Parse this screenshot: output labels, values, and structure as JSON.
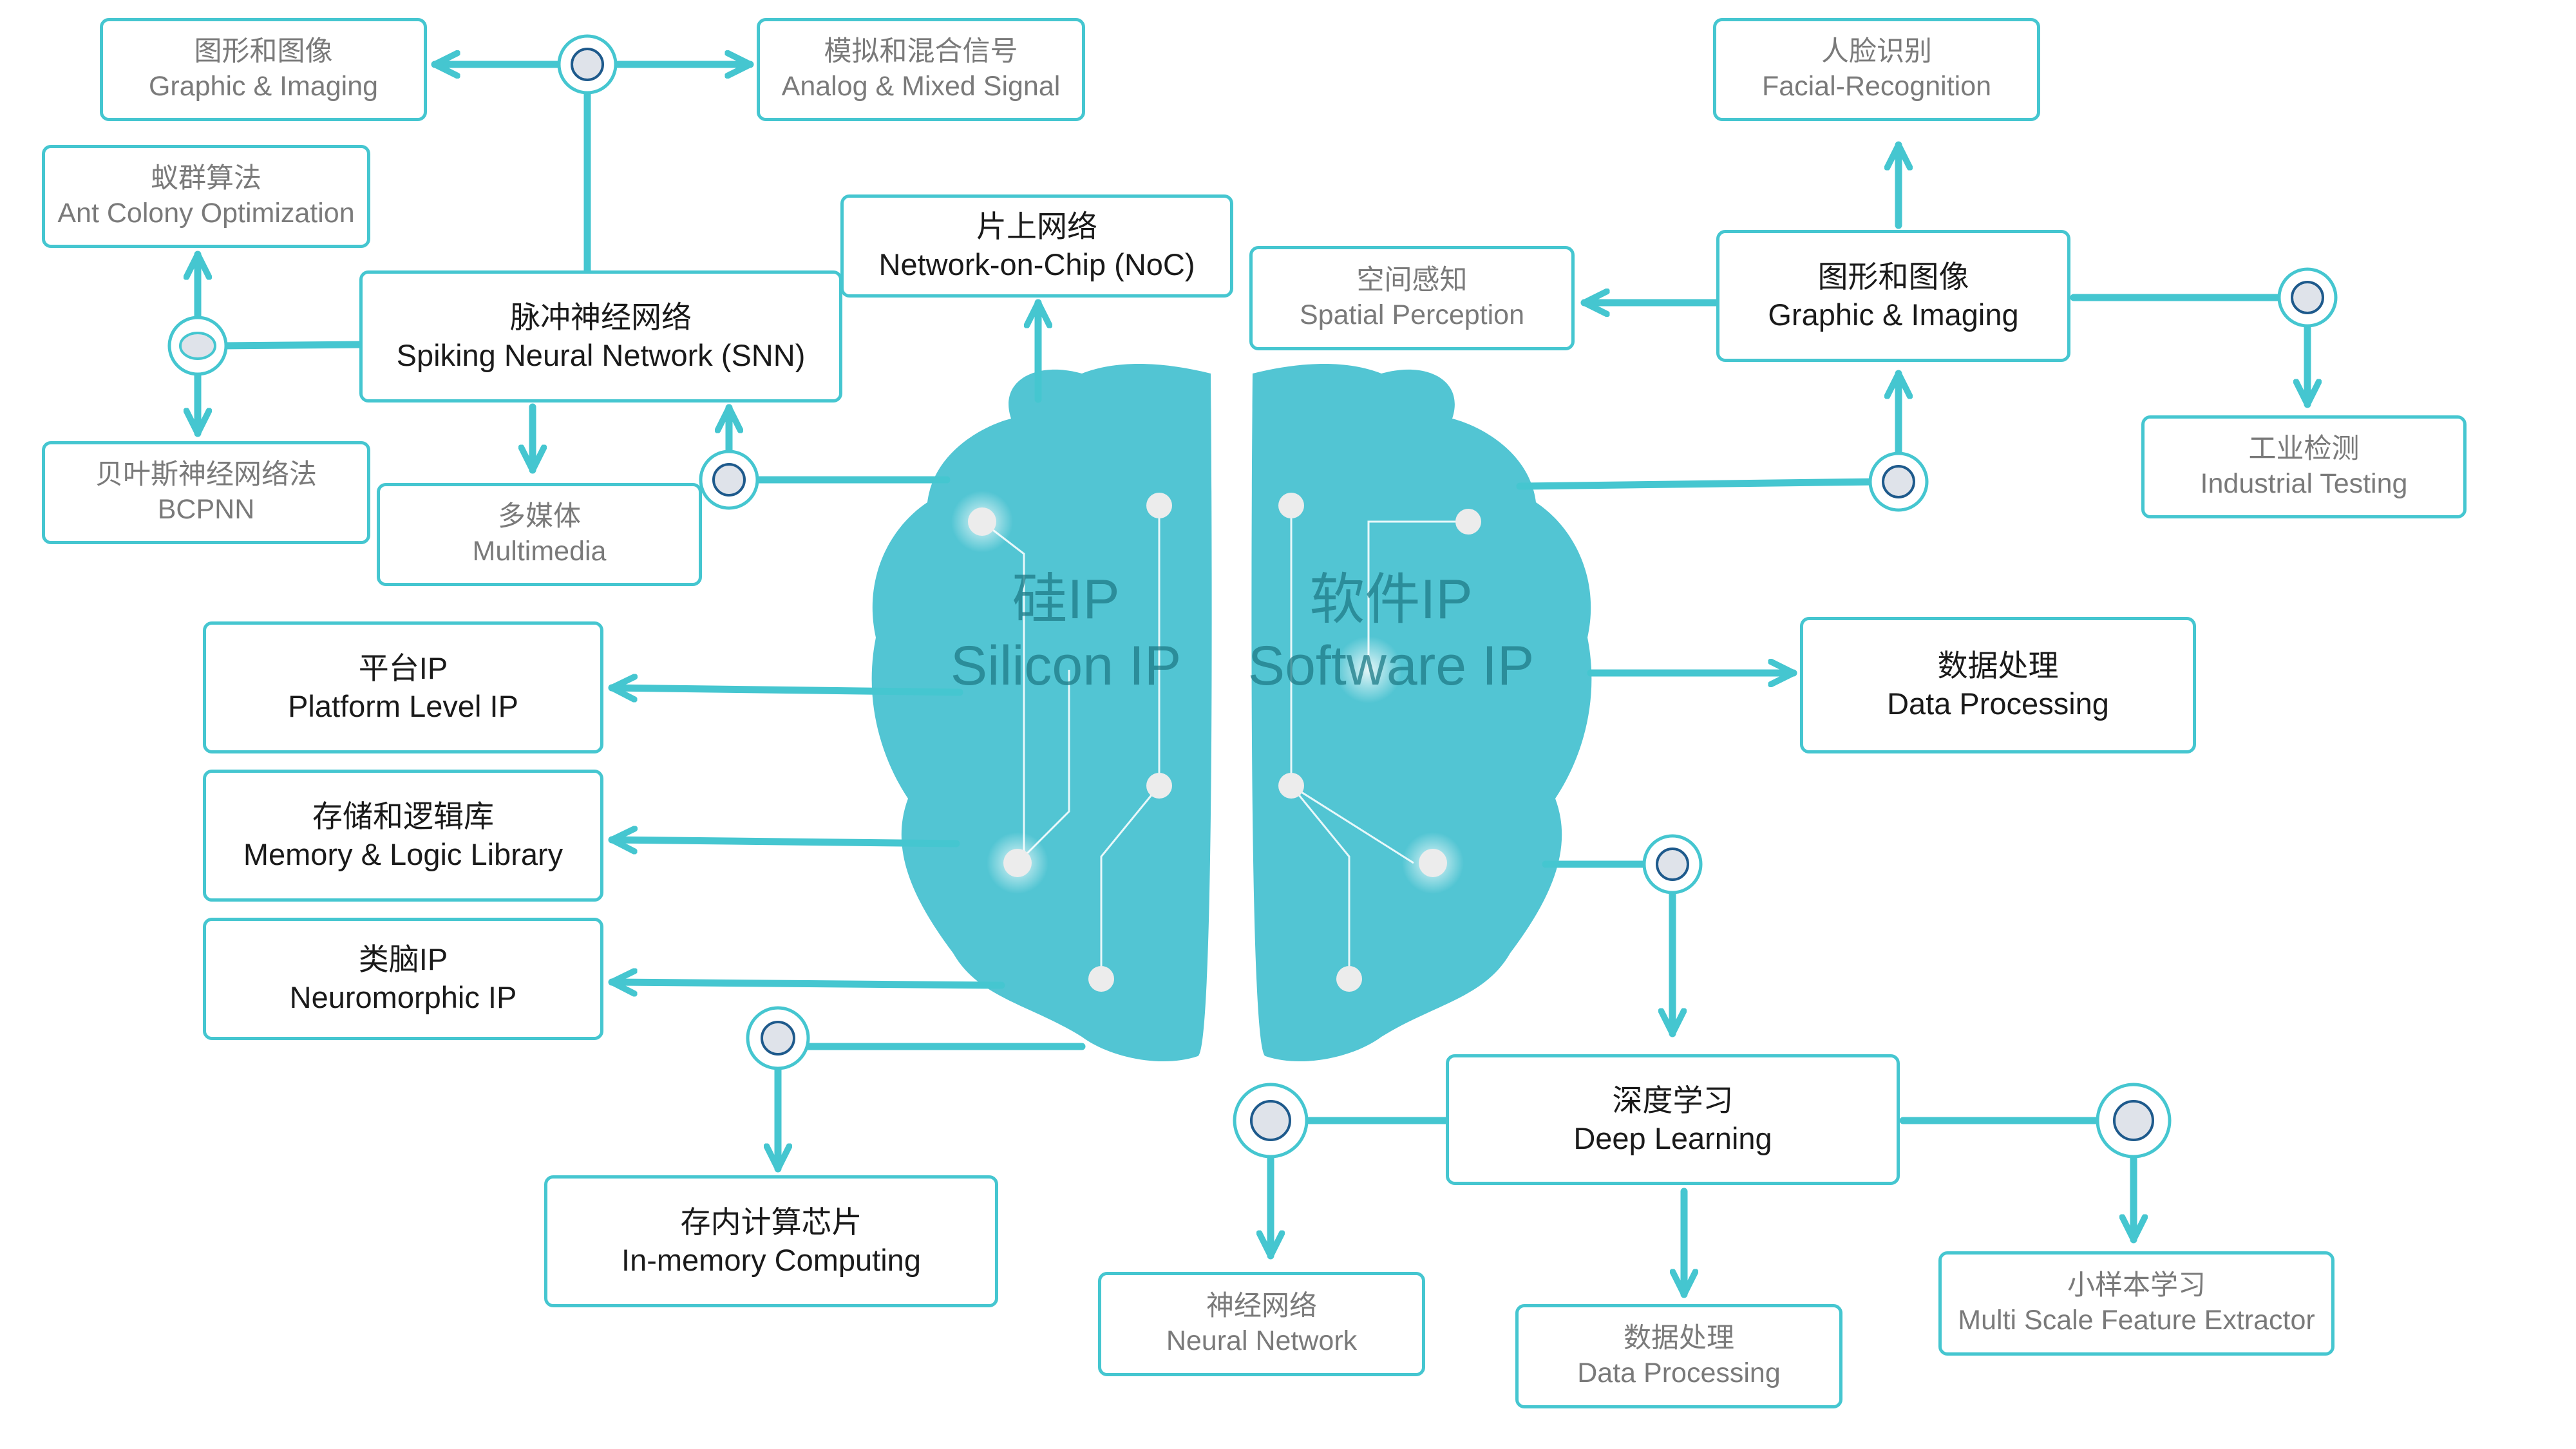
{
  "colors": {
    "accent": "#45c6d0",
    "brain": "#52c5d3",
    "node_fill": "#dfe3ea",
    "node_ring": "#1e5a8c",
    "dark_text": "#1a1a1a",
    "light_text": "#7a7a7a"
  },
  "brain": {
    "left": {
      "zh": "硅IP",
      "en": "Silicon IP"
    },
    "right": {
      "zh": "软件IP",
      "en": "Software IP"
    }
  },
  "boxes": {
    "graphic_left": {
      "zh": "图形和图像",
      "en": "Graphic & Imaging"
    },
    "analog": {
      "zh": "模拟和混合信号",
      "en": "Analog & Mixed Signal"
    },
    "ant": {
      "zh": "蚁群算法",
      "en": "Ant Colony Optimization"
    },
    "snn": {
      "zh": "脉冲神经网络",
      "en": "Spiking Neural Network (SNN)"
    },
    "noc": {
      "zh": "片上网络",
      "en": "Network-on-Chip (NoC)"
    },
    "bcpnn": {
      "zh": "贝叶斯神经网络法",
      "en": "BCPNN"
    },
    "multimedia": {
      "zh": "多媒体",
      "en": "Multimedia"
    },
    "platform": {
      "zh": "平台IP",
      "en": "Platform Level IP"
    },
    "memory_logic": {
      "zh": "存储和逻辑库",
      "en": "Memory & Logic Library"
    },
    "neuromorphic": {
      "zh": "类脑IP",
      "en": "Neuromorphic IP"
    },
    "in_memory": {
      "zh": "存内计算芯片",
      "en": "In-memory Computing"
    },
    "facial": {
      "zh": "人脸识别",
      "en": "Facial-Recognition"
    },
    "spatial": {
      "zh": "空间感知",
      "en": "Spatial Perception"
    },
    "graphic_right": {
      "zh": "图形和图像",
      "en": "Graphic & Imaging"
    },
    "industrial": {
      "zh": "工业检测",
      "en": "Industrial Testing"
    },
    "data_processing": {
      "zh": "数据处理",
      "en": "Data Processing"
    },
    "deep_learning": {
      "zh": "深度学习",
      "en": "Deep Learning"
    },
    "neural_network": {
      "zh": "神经网络",
      "en": "Neural Network"
    },
    "data_processing_2": {
      "zh": "数据处理",
      "en": "Data Processing"
    },
    "multi_scale": {
      "zh": "小样本学习",
      "en": "Multi Scale Feature Extractor"
    }
  }
}
